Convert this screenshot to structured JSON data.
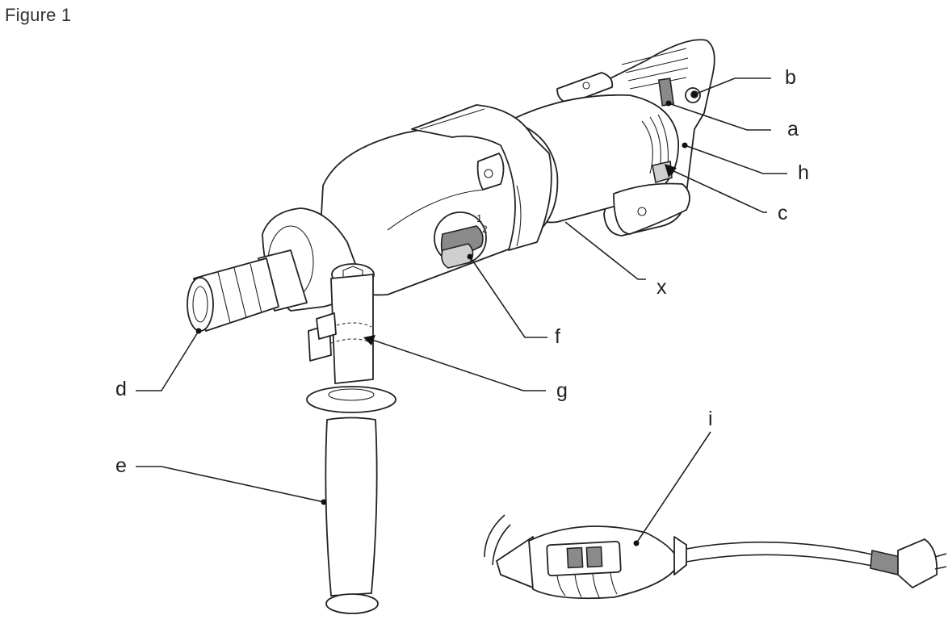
{
  "figure": {
    "title": "Figure 1",
    "labels": {
      "a": "a",
      "b": "b",
      "c": "c",
      "d": "d",
      "e": "e",
      "f": "f",
      "g": "g",
      "h": "h",
      "i": "i",
      "x": "x"
    },
    "selector_marks": [
      "1",
      "2"
    ]
  }
}
